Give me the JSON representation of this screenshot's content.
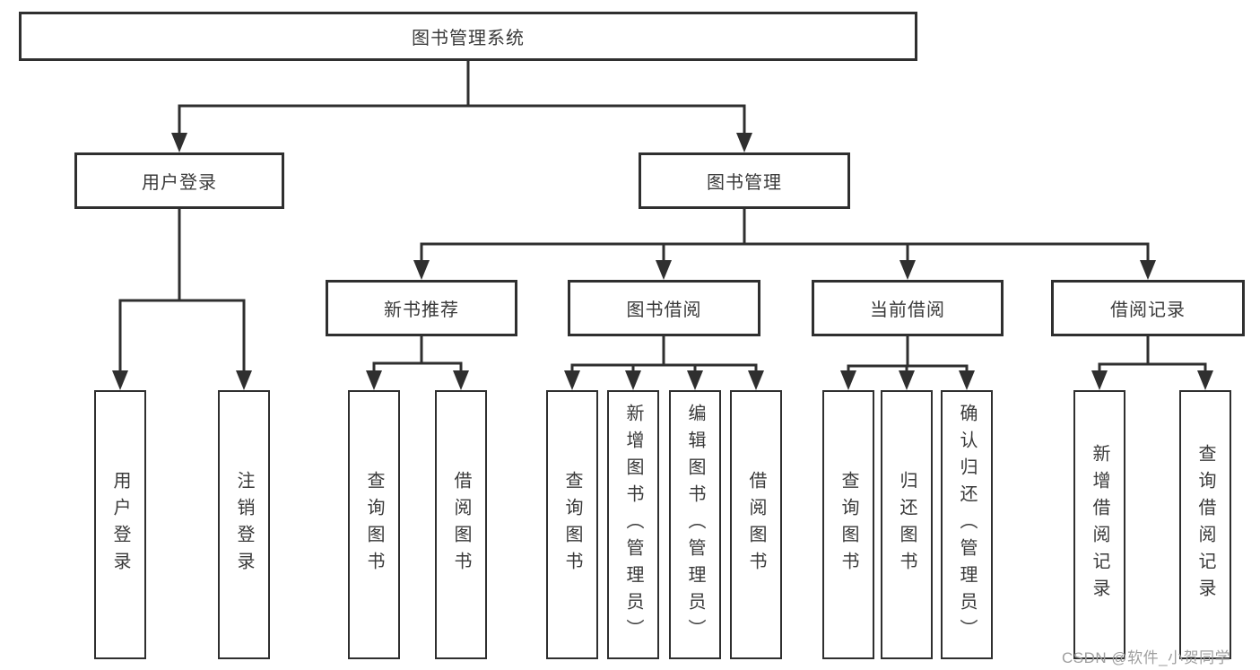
{
  "diagram": {
    "root": "图书管理系统",
    "level2": [
      {
        "label": "用户登录",
        "children": [
          "用户登录",
          "注销登录"
        ]
      },
      {
        "label": "图书管理",
        "children": [
          {
            "label": "新书推荐",
            "children": [
              "查询图书",
              "借阅图书"
            ]
          },
          {
            "label": "图书借阅",
            "children": [
              "查询图书",
              "新增图书（管理员）",
              "编辑图书（管理员）",
              "借阅图书"
            ]
          },
          {
            "label": "当前借阅",
            "children": [
              "查询图书",
              "归还图书",
              "确认归还（管理员）"
            ]
          },
          {
            "label": "借阅记录",
            "children": [
              "新增借阅记录",
              "查询借阅记录"
            ]
          }
        ]
      }
    ]
  },
  "watermark": {
    "text": "CSDN @软件_小贺同学"
  },
  "colors": {
    "line": "#2f2f2f",
    "text": "#3a3a3a",
    "box_fill": "#ffffff",
    "background": "#ffffff",
    "watermark": "#9f9f9f"
  }
}
